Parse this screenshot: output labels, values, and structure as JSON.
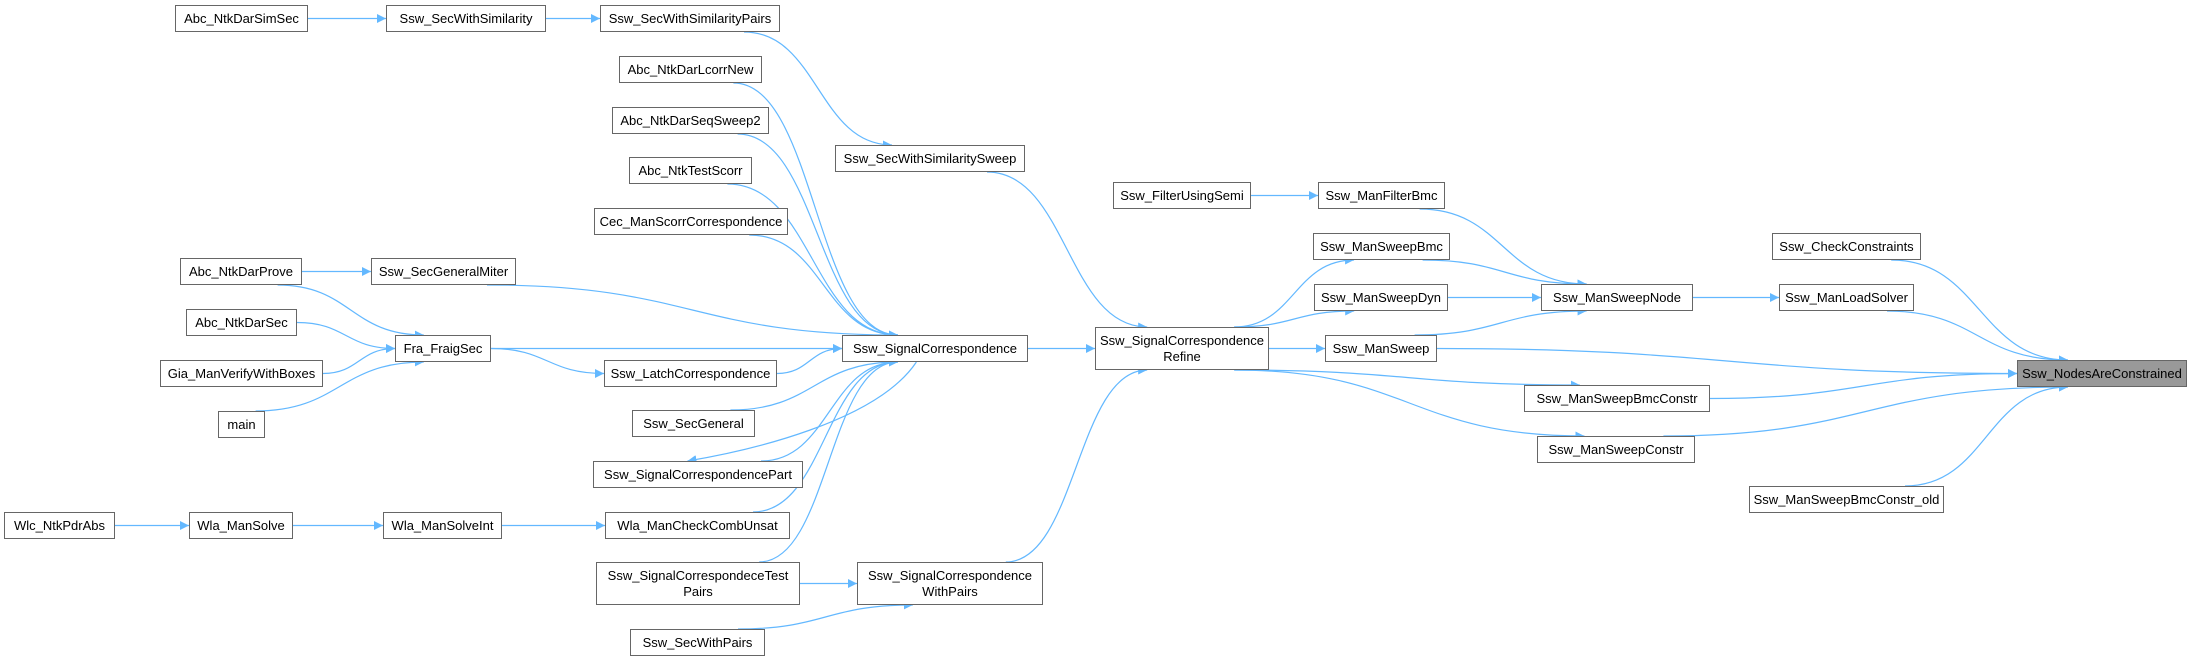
{
  "diagram": {
    "title": "Ssw_NodesAreConstrained caller graph",
    "colors": {
      "edge": "#63b8ff",
      "node_border": "#666666",
      "node_fill": "#ffffff",
      "root_fill": "#999999"
    },
    "nodes": [
      {
        "id": "n_root",
        "label": "Ssw_NodesAreConstrained",
        "root": true
      },
      {
        "id": "n_checkconstraints",
        "label": "Ssw_CheckConstraints"
      },
      {
        "id": "n_manloadsolver",
        "label": "Ssw_ManLoadSolver"
      },
      {
        "id": "n_mansweepnode",
        "label": "Ssw_ManSweepNode"
      },
      {
        "id": "n_mansweepbmcconstr_old",
        "label": "Ssw_ManSweepBmcConstr_old"
      },
      {
        "id": "n_mansweepbmcconstr",
        "label": "Ssw_ManSweepBmcConstr"
      },
      {
        "id": "n_mansweepconstr",
        "label": "Ssw_ManSweepConstr"
      },
      {
        "id": "n_mansweep",
        "label": "Ssw_ManSweep"
      },
      {
        "id": "n_mansweepdyn",
        "label": "Ssw_ManSweepDyn"
      },
      {
        "id": "n_mansweepbmc",
        "label": "Ssw_ManSweepBmc"
      },
      {
        "id": "n_manfilterbmc",
        "label": "Ssw_ManFilterBmc"
      },
      {
        "id": "n_filterusingsemi",
        "label": "Ssw_FilterUsingSemi"
      },
      {
        "id": "n_sigcorrrefine",
        "label": "Ssw_SignalCorrespondence\nRefine"
      },
      {
        "id": "n_sigcorr",
        "label": "Ssw_SignalCorrespondence"
      },
      {
        "id": "n_secwithsimsweep",
        "label": "Ssw_SecWithSimilaritySweep"
      },
      {
        "id": "n_sigcorrwithpairs",
        "label": "Ssw_SignalCorrespondence\nWithPairs"
      },
      {
        "id": "n_secwithsimpairs",
        "label": "Ssw_SecWithSimilarityPairs"
      },
      {
        "id": "n_secwithsim",
        "label": "Ssw_SecWithSimilarity"
      },
      {
        "id": "n_abcsimsec",
        "label": "Abc_NtkDarSimSec"
      },
      {
        "id": "n_lcorrnew",
        "label": "Abc_NtkDarLcorrNew"
      },
      {
        "id": "n_seqsweep2",
        "label": "Abc_NtkDarSeqSweep2"
      },
      {
        "id": "n_testscorr",
        "label": "Abc_NtkTestScorr"
      },
      {
        "id": "n_cecscorr",
        "label": "Cec_ManScorrCorrespondence"
      },
      {
        "id": "n_secgeneralmiter",
        "label": "Ssw_SecGeneralMiter"
      },
      {
        "id": "n_darprove",
        "label": "Abc_NtkDarProve"
      },
      {
        "id": "n_fraigsec",
        "label": "Fra_FraigSec"
      },
      {
        "id": "n_darsec",
        "label": "Abc_NtkDarSec"
      },
      {
        "id": "n_giaverify",
        "label": "Gia_ManVerifyWithBoxes"
      },
      {
        "id": "n_main",
        "label": "main"
      },
      {
        "id": "n_latchcorr",
        "label": "Ssw_LatchCorrespondence"
      },
      {
        "id": "n_secgeneral",
        "label": "Ssw_SecGeneral"
      },
      {
        "id": "n_sigcorrpart",
        "label": "Ssw_SignalCorrespondencePart"
      },
      {
        "id": "n_wlacheck",
        "label": "Wla_ManCheckCombUnsat"
      },
      {
        "id": "n_wlasolveint",
        "label": "Wla_ManSolveInt"
      },
      {
        "id": "n_wlasolve",
        "label": "Wla_ManSolve"
      },
      {
        "id": "n_wlcpdrabs",
        "label": "Wlc_NtkPdrAbs"
      },
      {
        "id": "n_testpairs",
        "label": "Ssw_SignalCorrespondeceTest\nPairs"
      },
      {
        "id": "n_secwithpairs",
        "label": "Ssw_SecWithPairs"
      }
    ],
    "edges": [
      [
        "n_checkconstraints",
        "n_root"
      ],
      [
        "n_manloadsolver",
        "n_root"
      ],
      [
        "n_mansweep",
        "n_root"
      ],
      [
        "n_mansweepbmcconstr",
        "n_root"
      ],
      [
        "n_mansweepconstr",
        "n_root"
      ],
      [
        "n_mansweepbmcconstr_old",
        "n_root"
      ],
      [
        "n_mansweepnode",
        "n_manloadsolver"
      ],
      [
        "n_manfilterbmc",
        "n_mansweepnode"
      ],
      [
        "n_mansweepbmc",
        "n_mansweepnode"
      ],
      [
        "n_mansweepdyn",
        "n_mansweepnode"
      ],
      [
        "n_mansweep",
        "n_mansweepnode"
      ],
      [
        "n_filterusingsemi",
        "n_manfilterbmc"
      ],
      [
        "n_sigcorrrefine",
        "n_mansweepbmc"
      ],
      [
        "n_sigcorrrefine",
        "n_mansweepdyn"
      ],
      [
        "n_sigcorrrefine",
        "n_mansweep"
      ],
      [
        "n_sigcorrrefine",
        "n_mansweepbmcconstr"
      ],
      [
        "n_sigcorrrefine",
        "n_mansweepconstr"
      ],
      [
        "n_sigcorr",
        "n_sigcorrrefine"
      ],
      [
        "n_secwithsimsweep",
        "n_sigcorrrefine"
      ],
      [
        "n_sigcorrwithpairs",
        "n_sigcorrrefine"
      ],
      [
        "n_secwithsimpairs",
        "n_secwithsimsweep"
      ],
      [
        "n_secwithsim",
        "n_secwithsimpairs"
      ],
      [
        "n_abcsimsec",
        "n_secwithsim"
      ],
      [
        "n_lcorrnew",
        "n_sigcorr"
      ],
      [
        "n_seqsweep2",
        "n_sigcorr"
      ],
      [
        "n_testscorr",
        "n_sigcorr"
      ],
      [
        "n_cecscorr",
        "n_sigcorr"
      ],
      [
        "n_secgeneralmiter",
        "n_sigcorr"
      ],
      [
        "n_fraigsec",
        "n_sigcorr"
      ],
      [
        "n_latchcorr",
        "n_sigcorr"
      ],
      [
        "n_secgeneral",
        "n_sigcorr"
      ],
      [
        "n_sigcorrpart",
        "n_sigcorr"
      ],
      [
        "n_sigcorr",
        "n_sigcorrpart"
      ],
      [
        "n_wlacheck",
        "n_sigcorr"
      ],
      [
        "n_testpairs",
        "n_sigcorr"
      ],
      [
        "n_darprove",
        "n_secgeneralmiter"
      ],
      [
        "n_darprove",
        "n_fraigsec"
      ],
      [
        "n_darsec",
        "n_fraigsec"
      ],
      [
        "n_giaverify",
        "n_fraigsec"
      ],
      [
        "n_main",
        "n_fraigsec"
      ],
      [
        "n_fraigsec",
        "n_latchcorr"
      ],
      [
        "n_wlasolveint",
        "n_wlacheck"
      ],
      [
        "n_wlasolve",
        "n_wlasolveint"
      ],
      [
        "n_wlcpdrabs",
        "n_wlasolve"
      ],
      [
        "n_testpairs",
        "n_sigcorrwithpairs"
      ],
      [
        "n_secwithpairs",
        "n_sigcorrwithpairs"
      ]
    ]
  }
}
